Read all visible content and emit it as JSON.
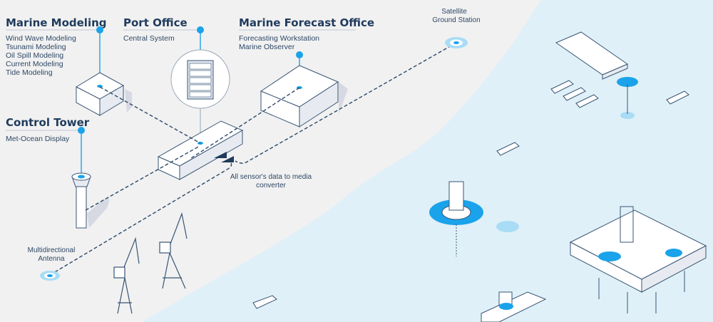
{
  "sections": {
    "marine_modeling": {
      "title": "Marine Modeling",
      "items": [
        "Wind Wave Modeling",
        "Tsunami Modeling",
        "Oil Spill Modeling",
        "Current Modeling",
        "Tide Modeling"
      ]
    },
    "port_office": {
      "title": "Port Office",
      "items": [
        "Central System"
      ]
    },
    "marine_forecast_office": {
      "title": "Marine Forecast Office",
      "items": [
        "Forecasting Workstation",
        "Marine Observer"
      ]
    },
    "control_tower": {
      "title": "Control Tower",
      "items": [
        "Met-Ocean Display"
      ]
    }
  },
  "labels": {
    "satellite": [
      "Satellite",
      "Ground Station"
    ],
    "antenna": [
      "Multidirectional",
      "Antenna"
    ],
    "converter": [
      "All sensor's data to media",
      "converter"
    ]
  },
  "colors": {
    "accent": "#1aa3ea",
    "heading": "#1f3b5c",
    "land": "#f1f1f1",
    "sea": "#dff0f8"
  }
}
